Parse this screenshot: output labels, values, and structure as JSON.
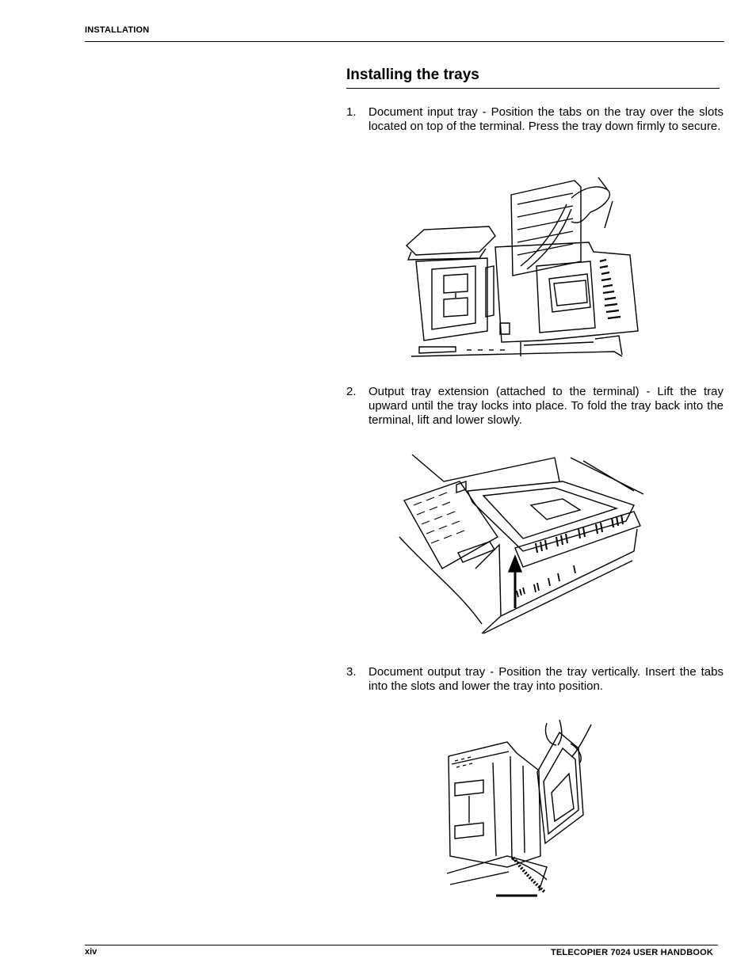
{
  "header": {
    "running_head": "INSTALLATION"
  },
  "section": {
    "title": "Installing the trays"
  },
  "steps": [
    {
      "number": "1.",
      "text": "Document input tray - Position the tabs on the tray over the slots located on top of the terminal.  Press the tray down firmly to secure."
    },
    {
      "number": "2.",
      "text": "Output tray extension (attached to the terminal) - Lift the tray upward until the tray locks into place.  To fold the tray back into the terminal, lift and lower slowly."
    },
    {
      "number": "3.",
      "text": "Document output tray - Position the tray vertically.  Insert the tabs into the slots and lower the tray into position."
    }
  ],
  "footer": {
    "page_number": "xiv",
    "running_foot": "TELECOPIER 7024 USER HANDBOOK"
  }
}
